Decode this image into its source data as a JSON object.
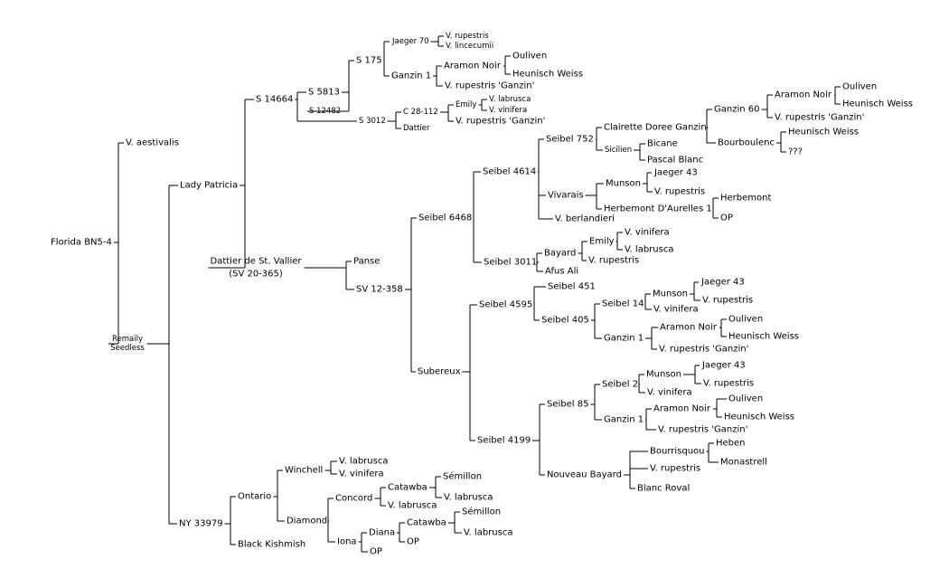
{
  "root": {
    "label": "Florida BN5-4",
    "children": [
      {
        "label": "V. aestivalis"
      },
      {
        "label": "Remaily Seedless",
        "lines": [
          "Remaily",
          "Seedless"
        ],
        "small": true,
        "children": [
          {
            "label": "Lady Patricia",
            "children": [
              {
                "label": "S 14664",
                "children": [
                  {
                    "label": "S 5813",
                    "children": [
                      {
                        "label": "S 175",
                        "children": [
                          {
                            "label": "Jaeger 70",
                            "small": true,
                            "children": [
                              {
                                "label": "V. rupestris",
                                "small": true
                              },
                              {
                                "label": "V. lincecumii",
                                "small": true
                              }
                            ]
                          },
                          {
                            "label": "Ganzin 1",
                            "children": [
                              {
                                "label": "Aramon Noir",
                                "children": [
                                  {
                                    "label": "Ouliven"
                                  },
                                  {
                                    "label": "Heunisch Weiss"
                                  }
                                ]
                              },
                              {
                                "label": "V. rupestris 'Ganzin'"
                              }
                            ]
                          }
                        ]
                      },
                      {
                        "label": "S 12482",
                        "small": true
                      }
                    ]
                  },
                  {
                    "label": "S 3012",
                    "small": true,
                    "children": [
                      {
                        "label": "C 28-112",
                        "small": true,
                        "children": [
                          {
                            "label": "Emily",
                            "small": true,
                            "children": [
                              {
                                "label": "V. labrusca",
                                "small": true
                              },
                              {
                                "label": "V. vinifera",
                                "small": true
                              }
                            ]
                          },
                          {
                            "label": "V. rupestris 'Ganzin'"
                          }
                        ]
                      },
                      {
                        "label": "Dattier",
                        "small": true
                      }
                    ]
                  }
                ]
              },
              {
                "label": "Dattier de St. Vallier (SV 20-365)",
                "lines": [
                  "Dattier de St. Vallier",
                  "(SV 20-365)"
                ],
                "children": [
                  {
                    "label": "Panse"
                  },
                  {
                    "label": "SV 12-358",
                    "children": [
                      {
                        "label": "Seibel 6468",
                        "children": [
                          {
                            "label": "Seibel 4614",
                            "children": [
                              {
                                "label": "Seibel 752",
                                "children": [
                                  {
                                    "label": "Clairette Doree Ganzin",
                                    "children": [
                                      {
                                        "label": "Ganzin 60",
                                        "children": [
                                          {
                                            "label": "Aramon Noir",
                                            "children": [
                                              {
                                                "label": "Ouliven"
                                              },
                                              {
                                                "label": "Heunisch Weiss"
                                              }
                                            ]
                                          },
                                          {
                                            "label": "V. rupestris 'Ganzin'"
                                          }
                                        ]
                                      },
                                      {
                                        "label": "Bourboulenc",
                                        "children": [
                                          {
                                            "label": "Heunisch Weiss"
                                          },
                                          {
                                            "label": "???"
                                          }
                                        ]
                                      }
                                    ]
                                  },
                                  {
                                    "label": "Sicilien",
                                    "small": true,
                                    "children": [
                                      {
                                        "label": "Bicane"
                                      },
                                      {
                                        "label": "Pascal Blanc"
                                      }
                                    ]
                                  }
                                ]
                              },
                              {
                                "label": "Vivarais",
                                "children": [
                                  {
                                    "label": "Munson",
                                    "children": [
                                      {
                                        "label": "Jaeger 43"
                                      },
                                      {
                                        "label": "V. rupestris"
                                      }
                                    ]
                                  },
                                  {
                                    "label": "Herbemont D'Aurelles 1",
                                    "children": [
                                      {
                                        "label": "Herbemont"
                                      },
                                      {
                                        "label": "OP"
                                      }
                                    ]
                                  }
                                ]
                              },
                              {
                                "label": "V. berlandieri"
                              }
                            ]
                          },
                          {
                            "label": "Seibel 3011",
                            "children": [
                              {
                                "label": "Bayard",
                                "children": [
                                  {
                                    "label": "Emily",
                                    "children": [
                                      {
                                        "label": "V. vinifera"
                                      },
                                      {
                                        "label": "V. labrusca"
                                      }
                                    ]
                                  },
                                  {
                                    "label": "V. rupestris"
                                  }
                                ]
                              },
                              {
                                "label": "Afus Ali"
                              }
                            ]
                          }
                        ]
                      },
                      {
                        "label": "Subereux",
                        "children": [
                          {
                            "label": "Seibel 4595",
                            "children": [
                              {
                                "label": "Seibel 451"
                              },
                              {
                                "label": "Seibel 405",
                                "children": [
                                  {
                                    "label": "Seibel 14",
                                    "children": [
                                      {
                                        "label": "Munson",
                                        "children": [
                                          {
                                            "label": "Jaeger 43"
                                          },
                                          {
                                            "label": "V. rupestris"
                                          }
                                        ]
                                      },
                                      {
                                        "label": "V. vinifera"
                                      }
                                    ]
                                  },
                                  {
                                    "label": "Ganzin 1",
                                    "children": [
                                      {
                                        "label": "Aramon Noir",
                                        "children": [
                                          {
                                            "label": "Ouliven"
                                          },
                                          {
                                            "label": "Heunisch Weiss"
                                          }
                                        ]
                                      },
                                      {
                                        "label": "V. rupestris 'Ganzin'"
                                      }
                                    ]
                                  }
                                ]
                              }
                            ]
                          },
                          {
                            "label": "Seibel 4199",
                            "children": [
                              {
                                "label": "Seibel 85",
                                "children": [
                                  {
                                    "label": "Seibel 2",
                                    "children": [
                                      {
                                        "label": "Munson",
                                        "children": [
                                          {
                                            "label": "Jaeger 43"
                                          },
                                          {
                                            "label": "V. rupestris"
                                          }
                                        ]
                                      },
                                      {
                                        "label": "V. vinifera"
                                      }
                                    ]
                                  },
                                  {
                                    "label": "Ganzin 1",
                                    "children": [
                                      {
                                        "label": "Aramon Noir",
                                        "children": [
                                          {
                                            "label": "Ouliven"
                                          },
                                          {
                                            "label": "Heunisch Weiss"
                                          }
                                        ]
                                      },
                                      {
                                        "label": "V. rupestris 'Ganzin'"
                                      }
                                    ]
                                  }
                                ]
                              },
                              {
                                "label": "Nouveau Bayard",
                                "children": [
                                  {
                                    "label": "Bourrisquou",
                                    "children": [
                                      {
                                        "label": "Heben"
                                      },
                                      {
                                        "label": "Monastrell"
                                      }
                                    ]
                                  },
                                  {
                                    "label": "V. rupestris"
                                  },
                                  {
                                    "label": "Blanc Roval"
                                  }
                                ]
                              }
                            ]
                          }
                        ]
                      }
                    ]
                  }
                ]
              }
            ]
          },
          {
            "label": "NY 33979",
            "children": [
              {
                "label": "Ontario",
                "children": [
                  {
                    "label": "Winchell",
                    "children": [
                      {
                        "label": "V. labrusca"
                      },
                      {
                        "label": "V. vinifera"
                      }
                    ]
                  },
                  {
                    "label": "Diamond",
                    "children": [
                      {
                        "label": "Concord",
                        "children": [
                          {
                            "label": "Catawba",
                            "children": [
                              {
                                "label": "Sémillon"
                              },
                              {
                                "label": "V. labrusca"
                              }
                            ]
                          },
                          {
                            "label": "V. labrusca"
                          }
                        ]
                      },
                      {
                        "label": "Iona",
                        "children": [
                          {
                            "label": "Diana",
                            "children": [
                              {
                                "label": "Catawba",
                                "children": [
                                  {
                                    "label": "Sémillon"
                                  },
                                  {
                                    "label": "V. labrusca"
                                  }
                                ]
                              },
                              {
                                "label": "OP"
                              }
                            ]
                          },
                          {
                            "label": "OP"
                          }
                        ]
                      }
                    ]
                  }
                ]
              },
              {
                "label": "Black Kishmish"
              }
            ]
          }
        ]
      }
    ]
  }
}
